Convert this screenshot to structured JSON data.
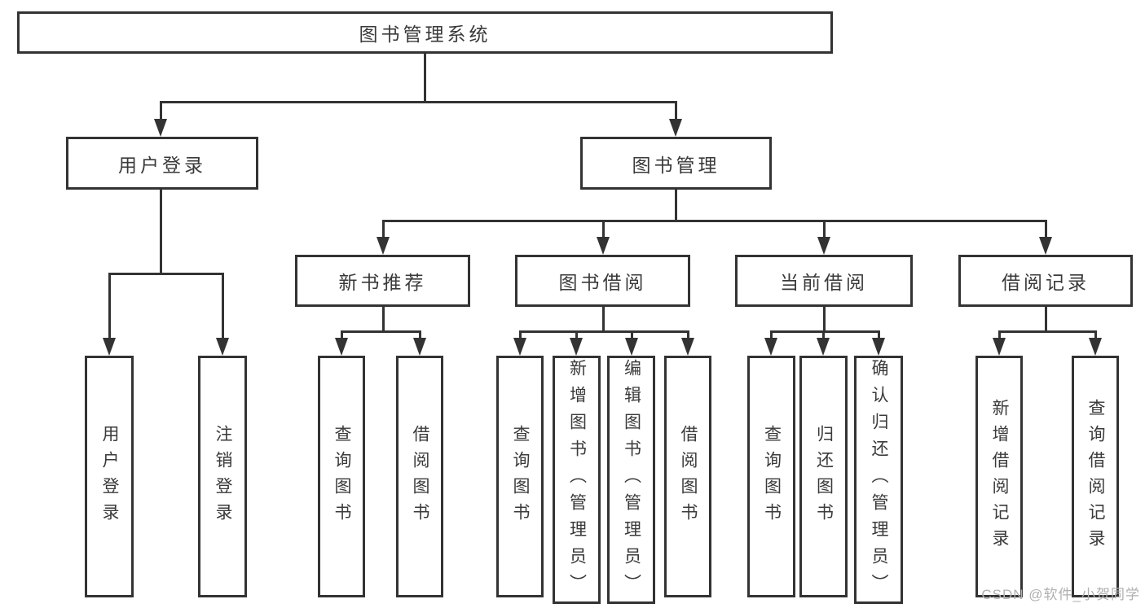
{
  "nodes": {
    "root": "图书管理系统",
    "user_login": "用户登录",
    "book_mgmt": "图书管理",
    "new_book_rec": "新书推荐",
    "book_borrow": "图书借阅",
    "current_borrow": "当前借阅",
    "borrow_record": "借阅记录",
    "leaf_user_login": "用户登录",
    "leaf_logout": "注销登录",
    "leaf_query_book_1": "查询图书",
    "leaf_borrow_book_1": "借阅图书",
    "leaf_query_book_2": "查询图书",
    "leaf_add_book_admin": "新增图书（管理员）",
    "leaf_edit_book_admin": "编辑图书（管理员）",
    "leaf_borrow_book_2": "借阅图书",
    "leaf_query_book_3": "查询图书",
    "leaf_return_book": "归还图书",
    "leaf_confirm_return_admin": "确认归还（管理员）",
    "leaf_add_borrow_record": "新增借阅记录",
    "leaf_query_borrow_record": "查询借阅记录"
  },
  "hierarchy": {
    "图书管理系统": {
      "用户登录": [
        "用户登录",
        "注销登录"
      ],
      "图书管理": {
        "新书推荐": [
          "查询图书",
          "借阅图书"
        ],
        "图书借阅": [
          "查询图书",
          "新增图书（管理员）",
          "编辑图书（管理员）",
          "借阅图书"
        ],
        "当前借阅": [
          "查询图书",
          "归还图书",
          "确认归还（管理员）"
        ],
        "借阅记录": [
          "新增借阅记录",
          "查询借阅记录"
        ]
      }
    }
  },
  "watermark": "CSDN @软件_小贺同学",
  "colors": {
    "line": "#333333",
    "text": "#3a3a3a",
    "watermark": "#b0b0b0",
    "background": "#ffffff"
  }
}
